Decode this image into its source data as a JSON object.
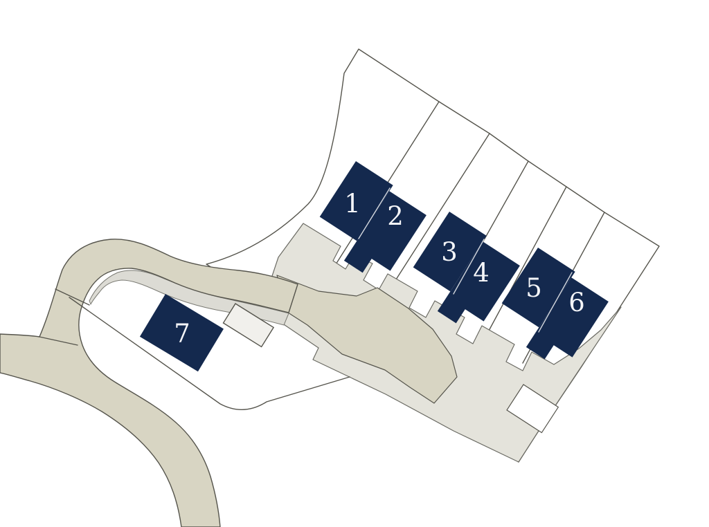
{
  "map": {
    "type": "development-site-plan",
    "background": "#ffffff"
  },
  "plots": [
    {
      "number": "1"
    },
    {
      "number": "2"
    },
    {
      "number": "3"
    },
    {
      "number": "4"
    },
    {
      "number": "5"
    },
    {
      "number": "6"
    },
    {
      "number": "7"
    }
  ],
  "colors": {
    "building": "#14294e",
    "road": "#d8d5c3",
    "footpath": "#dcdbd4",
    "driveway_area": "#e4e3db",
    "garage": "#f1f0ec",
    "boundary_line": "#55544c",
    "plot_number_text": "#f4f5f8",
    "background": "#ffffff"
  }
}
